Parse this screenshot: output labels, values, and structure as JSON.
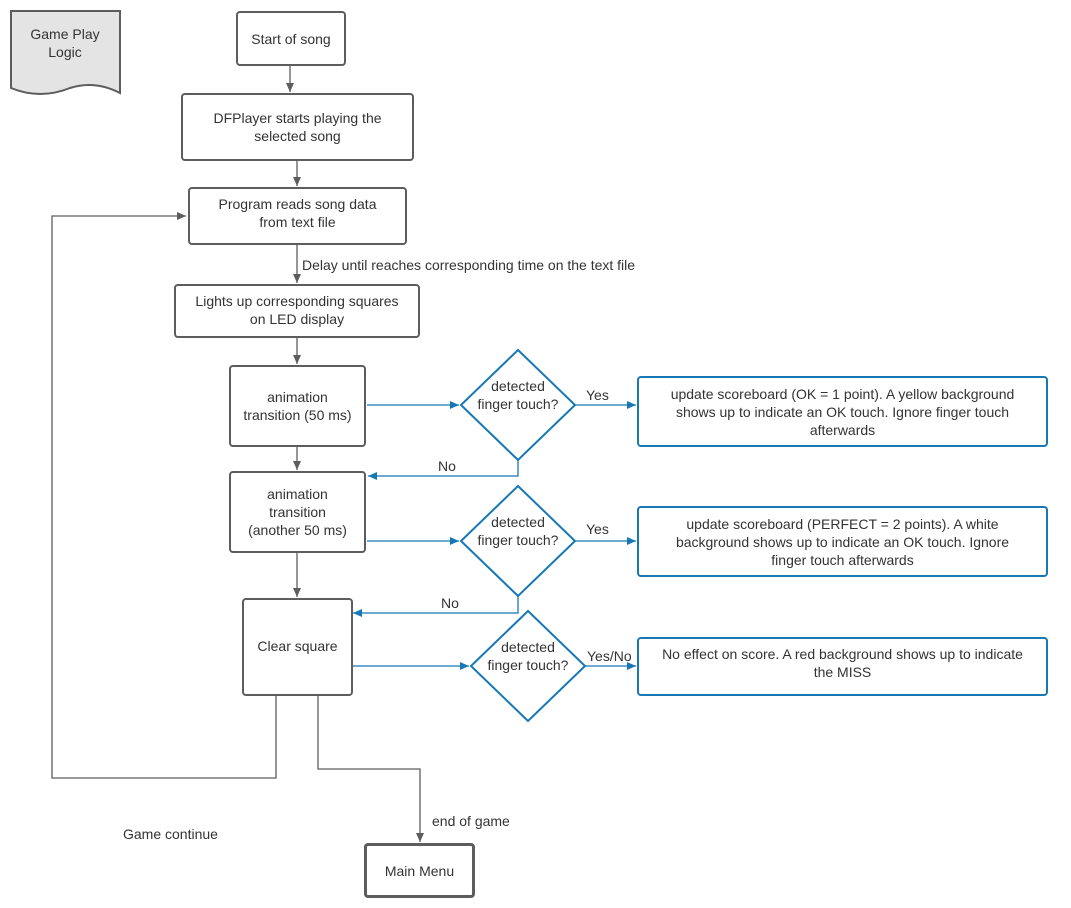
{
  "doc_label": {
    "line1": "Game Play",
    "line2": "Logic"
  },
  "nodes": {
    "start": "Start of song",
    "dfplayer": {
      "line1": "DFPlayer starts playing the",
      "line2": "selected song"
    },
    "read": {
      "line1": "Program reads song data",
      "line2": "from text file"
    },
    "lights": {
      "line1": "Lights up corresponding squares",
      "line2": "on LED display"
    },
    "anim1": {
      "line1": "animation",
      "line2": "transition (50 ms)"
    },
    "anim2": {
      "line1": "animation",
      "line2": "transition",
      "line3": "(another 50 ms)"
    },
    "clear": "Clear square",
    "main_menu": "Main Menu",
    "ok_result": {
      "line1": "update scoreboard (OK = 1 point). A yellow background",
      "line2": "shows up to indicate an OK touch. Ignore finger touch",
      "line3": "afterwards"
    },
    "perfect_result": {
      "line1": "update scoreboard (PERFECT = 2 points). A white",
      "line2": "background shows up to indicate an OK touch. Ignore",
      "line3": "finger touch afterwards"
    },
    "miss_result": {
      "line1": "No effect on score. A red background shows up to indicate",
      "line2": "the MISS"
    }
  },
  "decisions": {
    "d1": {
      "line1": "detected",
      "line2": "finger touch?"
    },
    "d2": {
      "line1": "detected",
      "line2": "finger touch?"
    },
    "d3": {
      "line1": "detected",
      "line2": "finger touch?"
    }
  },
  "edge_labels": {
    "delay": "Delay until reaches corresponding time on the text file",
    "yes1": "Yes",
    "no1": "No",
    "yes2": "Yes",
    "no2": "No",
    "yesno3": "Yes/No",
    "end_of_game": "end of game",
    "game_continue": "Game continue"
  },
  "colors": {
    "gray": "#5d5d5d",
    "blue": "#1778b5",
    "doc_fill": "#e4e4e4"
  }
}
